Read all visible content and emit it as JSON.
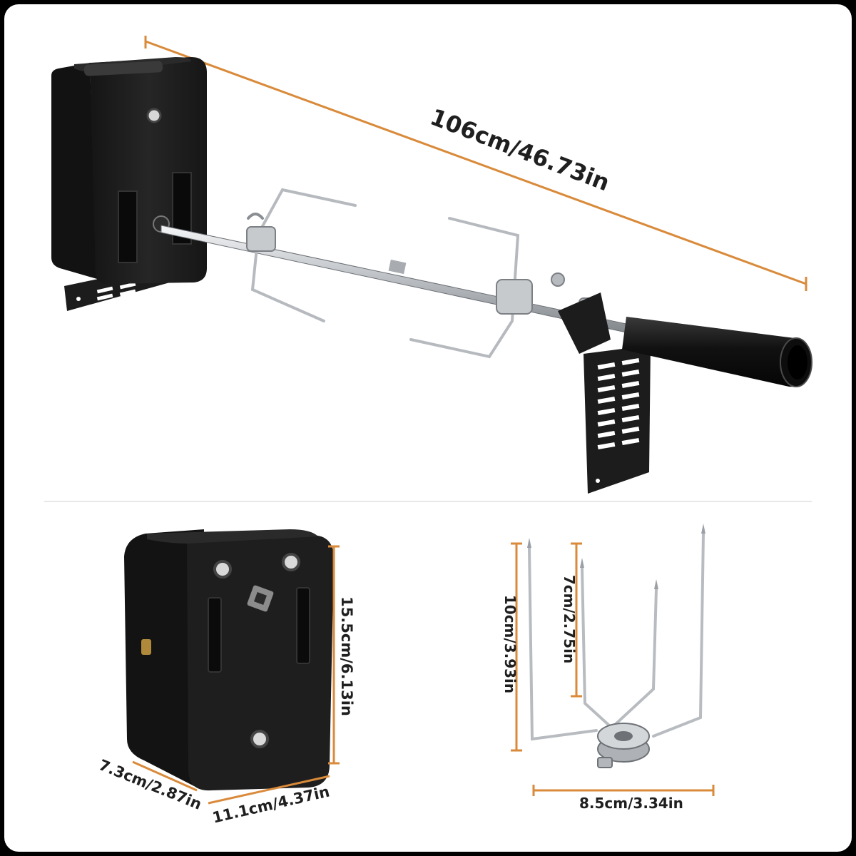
{
  "dimensions": {
    "total_length": "106cm/46.73in",
    "motor_height": "15.5cm/6.13in",
    "motor_depth": "7.3cm/2.87in",
    "motor_width": "11.1cm/4.37in",
    "fork_height": "10cm/3.93in",
    "fork_prong": "7cm/2.75in",
    "fork_width": "8.5cm/3.34in"
  },
  "colors": {
    "dimension_line": "#d98a3a",
    "motor_body": "#1c1c1c",
    "steel": "#c4c8cc",
    "handle": "#1a1a1a"
  }
}
